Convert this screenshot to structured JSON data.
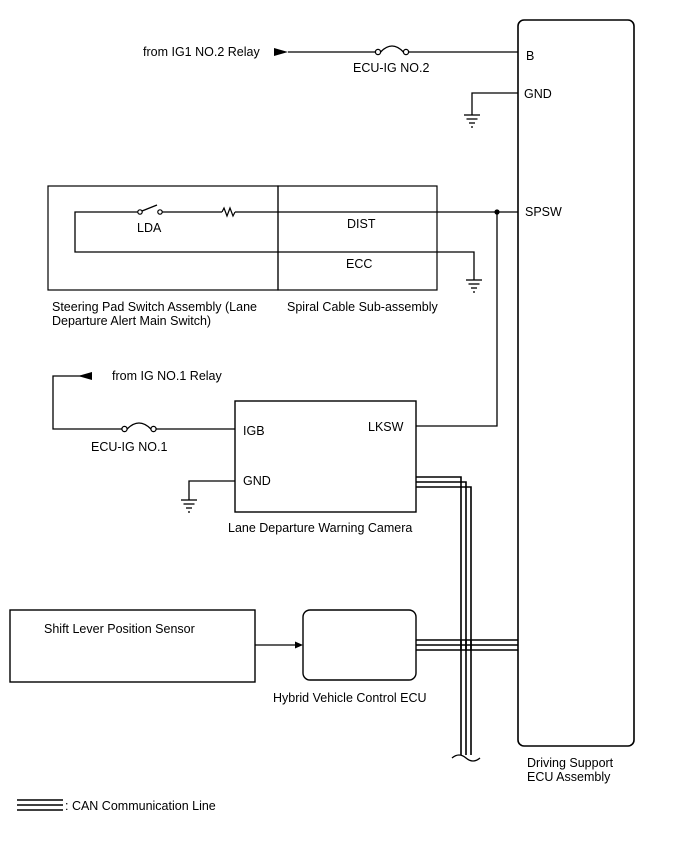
{
  "labels": {
    "from_ig1": "from IG1 NO.2 Relay",
    "fuse_ecu_ig2": "ECU-IG NO.2",
    "pin_b": "B",
    "pin_gnd_top": "GND",
    "pin_spsw": "SPSW",
    "lda": "LDA",
    "dist": "DIST",
    "ecc": "ECC",
    "steering_pad_line1": "Steering Pad Switch Assembly (Lane",
    "steering_pad_line2": "Departure Alert Main Switch)",
    "spiral_cable": "Spiral Cable Sub-assembly",
    "from_ig_no1": "from IG NO.1 Relay",
    "fuse_ecu_ig1": "ECU-IG NO.1",
    "pin_igb": "IGB",
    "pin_lksw": "LKSW",
    "pin_gnd_camera": "GND",
    "camera": "Lane Departure Warning Camera",
    "shift_sensor": "Shift Lever Position Sensor",
    "hv_ecu": "Hybrid Vehicle Control ECU",
    "dsecu_line1": "Driving Support",
    "dsecu_line2": "ECU Assembly",
    "legend_can": ": CAN Communication Line"
  },
  "colors": {
    "line": "#000000",
    "background": "#ffffff"
  }
}
